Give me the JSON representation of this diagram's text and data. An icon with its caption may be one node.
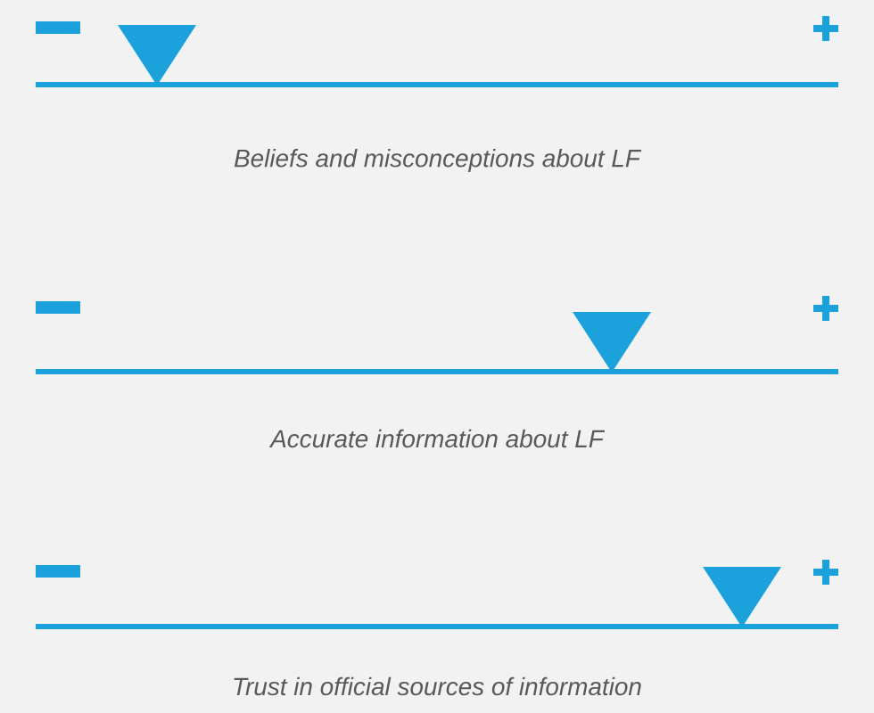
{
  "diagram": {
    "labels": [
      "Beliefs and misconceptions about LF",
      "Accurate information about LF",
      "Trust in official sources of information"
    ]
  }
}
